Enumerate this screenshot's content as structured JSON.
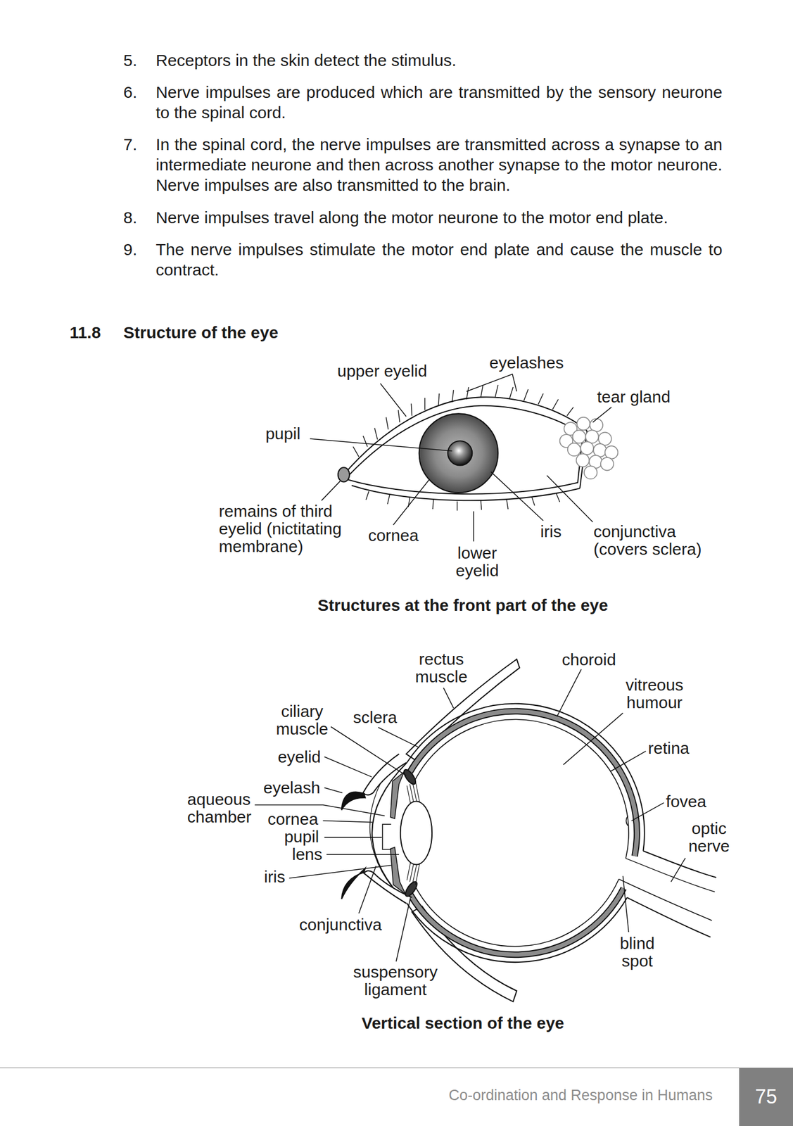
{
  "diagram": {
    "title": "Structure of the eye",
    "nodes": [
      {
        "text": [
          "75"
        ]
      }
    ],
    "labels": [
      "5.",
      "Receptors in the skin detect the stimulus.",
      "6.",
      "Nerve impulses are produced which are transmitted by the sensory neurone to the spinal cord.",
      "7.",
      "In the spinal cord, the nerve impulses are transmitted across a synapse to an intermediate neurone and then across another synapse to the motor neurone. Nerve impulses are also transmitted to the brain.",
      "8.",
      "Nerve impulses travel along the motor neurone to the motor end plate.",
      "9.",
      "The nerve impulses stimulate the motor end plate and cause the muscle to contract.",
      "11.8",
      "upper eyelid",
      "eyelashes",
      "tear gland",
      "pupil",
      "remains of third eyelid (nictitating membrane)",
      "cornea",
      "iris",
      "conjunctiva (covers sclera)",
      "lower eyelid",
      "Structures at the front part of the eye",
      "rectus muscle",
      "choroid",
      "vitreous humour",
      "ciliary muscle",
      "sclera",
      "retina",
      "eyelid",
      "eyelash",
      "aqueous chamber",
      "fovea",
      "cornea",
      "pupil",
      "optic nerve",
      "lens",
      "iris",
      "conjunctiva",
      "blind spot",
      "suspensory ligament",
      "Vertical section of the eye",
      "Co-ordination and Response in Humans"
    ]
  }
}
